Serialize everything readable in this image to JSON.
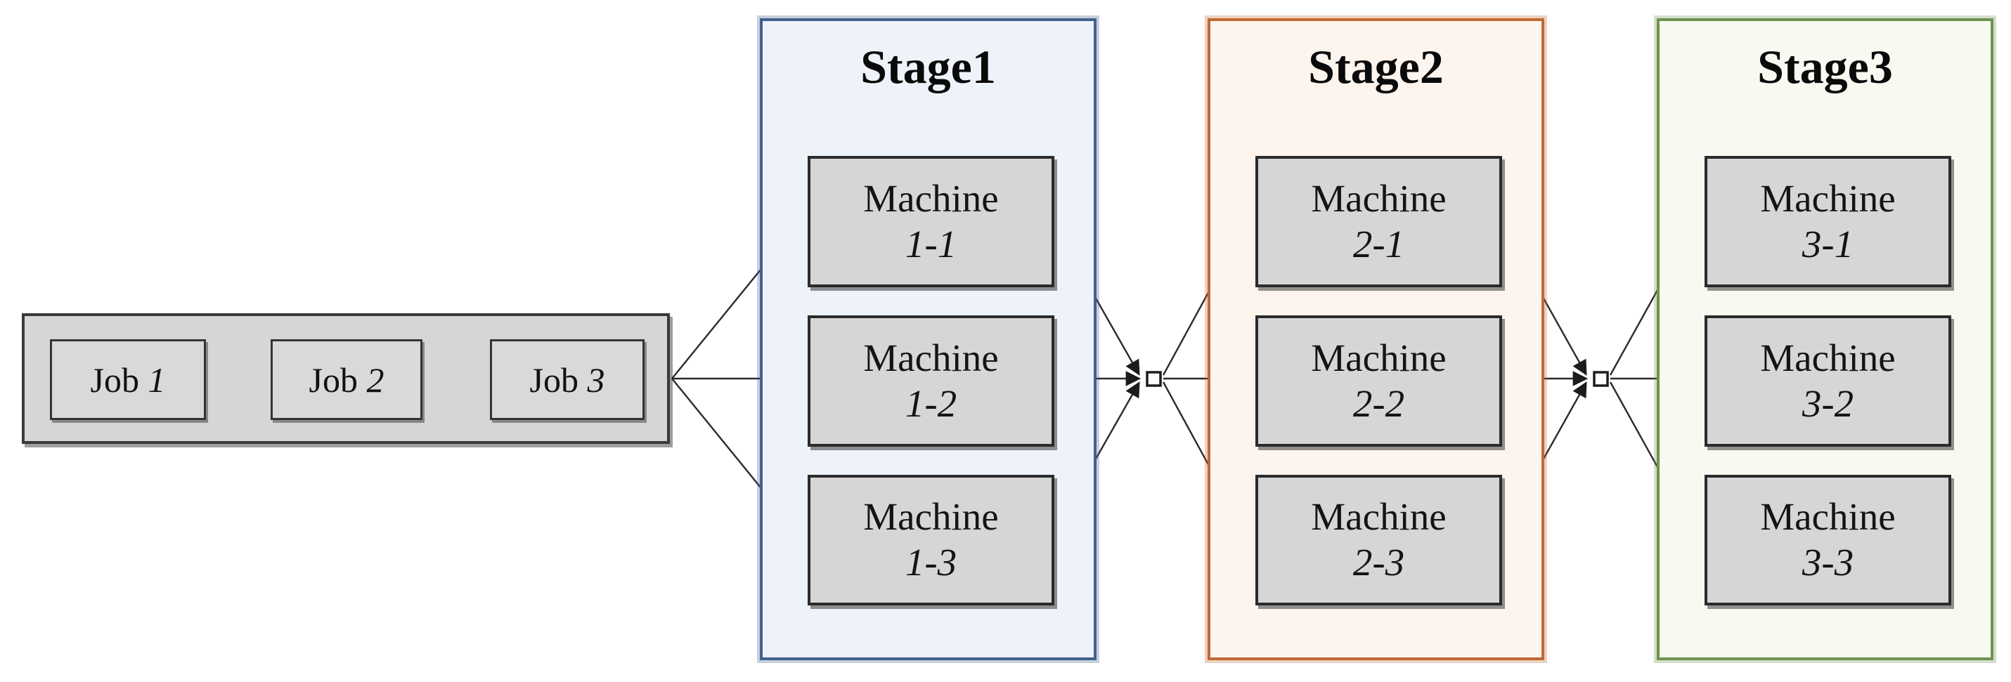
{
  "jobs": {
    "items": [
      {
        "word": "Job",
        "num": "1"
      },
      {
        "word": "Job",
        "num": "2"
      },
      {
        "word": "Job",
        "num": "3"
      }
    ]
  },
  "stages": [
    {
      "title": "Stage1",
      "border_color": "#44618e",
      "fill_color": "#eef2f9",
      "machines": [
        {
          "name": "Machine",
          "id": "1-1"
        },
        {
          "name": "Machine",
          "id": "1-2"
        },
        {
          "name": "Machine",
          "id": "1-3"
        }
      ]
    },
    {
      "title": "Stage2",
      "border_color": "#bf6a33",
      "fill_color": "#fdf4ee",
      "machines": [
        {
          "name": "Machine",
          "id": "2-1"
        },
        {
          "name": "Machine",
          "id": "2-2"
        },
        {
          "name": "Machine",
          "id": "2-3"
        }
      ]
    },
    {
      "title": "Stage3",
      "border_color": "#6f9351",
      "fill_color": "#f6faf1",
      "machines": [
        {
          "name": "Machine",
          "id": "3-1"
        },
        {
          "name": "Machine",
          "id": "3-2"
        },
        {
          "name": "Machine",
          "id": "3-3"
        }
      ]
    }
  ],
  "colors": {
    "node_fill": "#d6d6d6",
    "node_border": "#2b2b2b",
    "arrow": "#222222",
    "junction_fill": "#ffffff"
  }
}
